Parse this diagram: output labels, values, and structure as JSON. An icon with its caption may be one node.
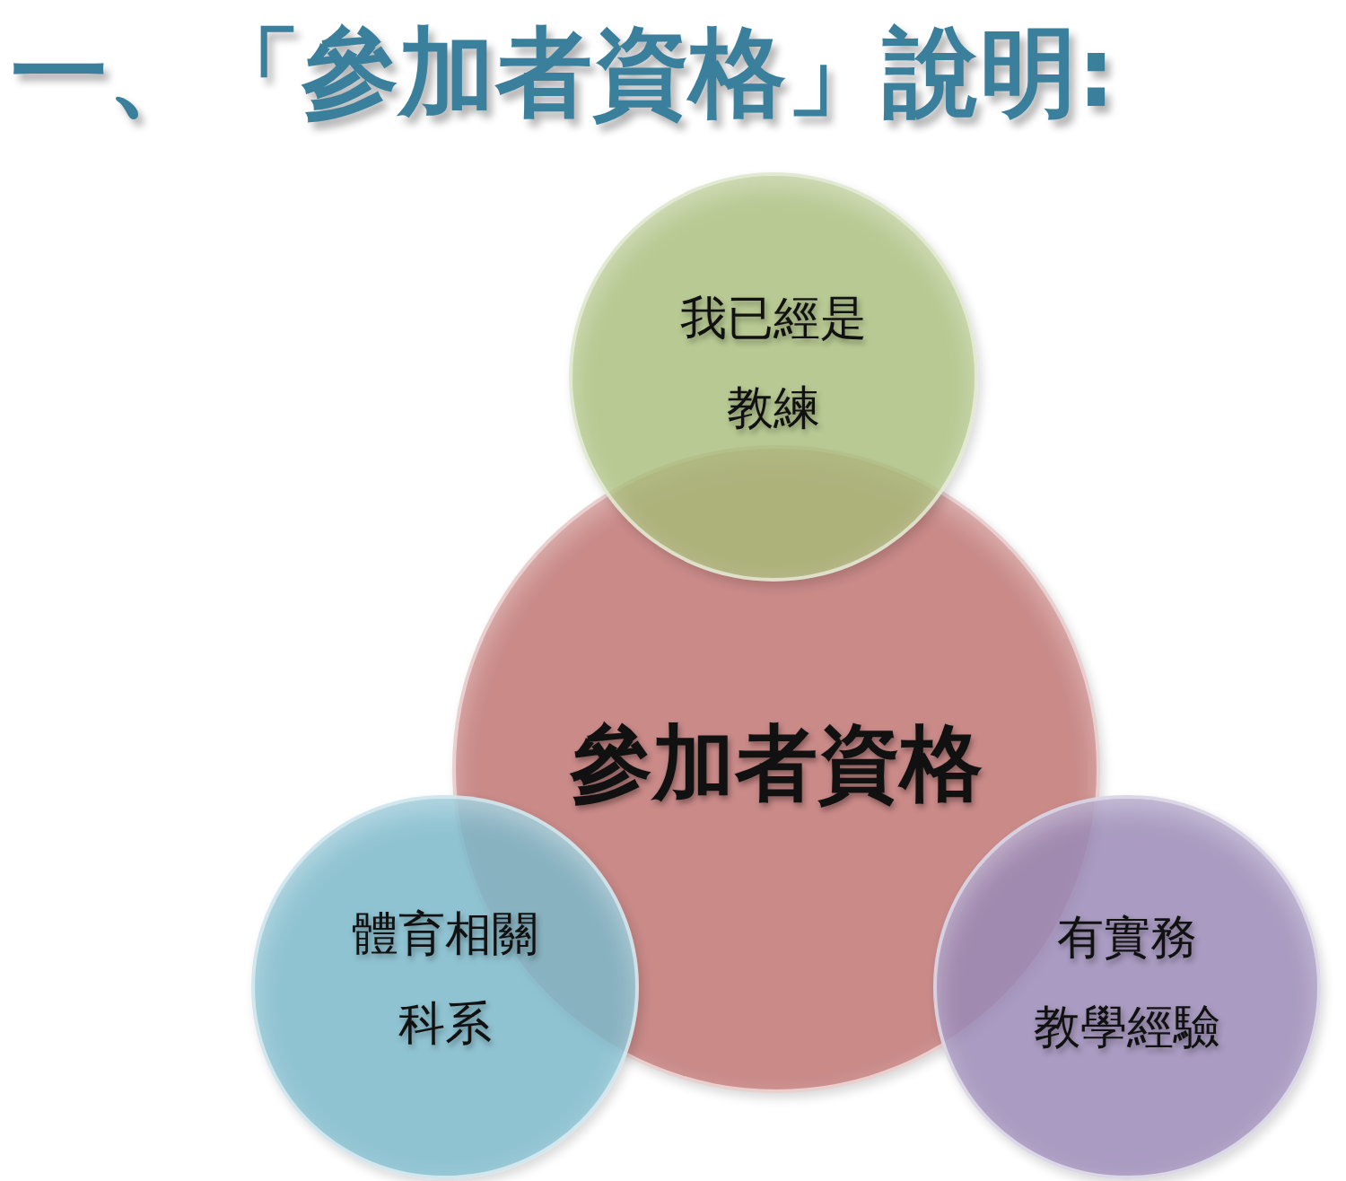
{
  "diagram": {
    "title": "一、「參加者資格」說明:",
    "nodes": [
      {
        "text": [
          "我已經是",
          "教練"
        ]
      },
      {
        "text": [
          "參加者資格"
        ]
      },
      {
        "text": [
          "體育相關",
          "科系"
        ]
      },
      {
        "text": [
          "有實務",
          "教學經驗"
        ]
      }
    ]
  }
}
